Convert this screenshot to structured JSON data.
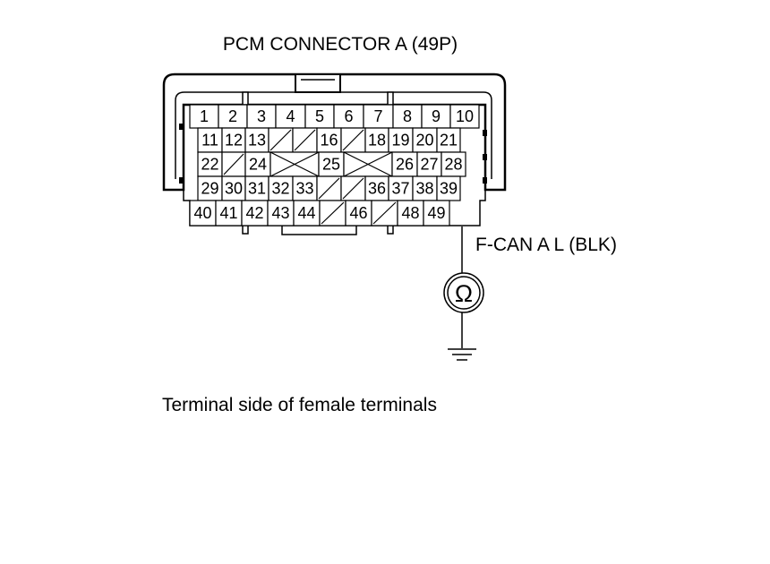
{
  "connector": {
    "title": "PCM CONNECTOR A (49P)",
    "rows": [
      [
        "1",
        "2",
        "3",
        "4",
        "5",
        "6",
        "7",
        "8",
        "9",
        "10"
      ],
      [
        "11",
        "12",
        "13",
        "",
        "",
        "16",
        "",
        "18",
        "19",
        "20",
        "21"
      ],
      [
        "22",
        "",
        "24",
        "",
        "25",
        "",
        "26",
        "27",
        "28"
      ],
      [
        "29",
        "30",
        "31",
        "32",
        "33",
        "",
        "",
        "36",
        "37",
        "38",
        "39"
      ],
      [
        "40",
        "41",
        "42",
        "43",
        "44",
        "",
        "46",
        "",
        "48",
        "49"
      ]
    ]
  },
  "measurement": {
    "wire_label": "F-CAN A L (BLK)",
    "meter_symbol": "Ω",
    "meter_icon": "ohmmeter-icon",
    "ground_icon": "ground-icon"
  },
  "footer": "Terminal side of female terminals"
}
